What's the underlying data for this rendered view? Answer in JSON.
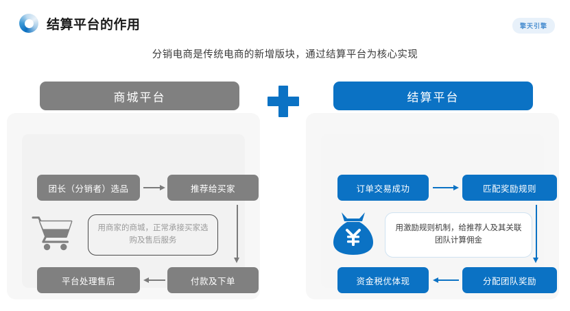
{
  "header": {
    "logo_icon": "ring-logo-icon",
    "title": "结算平台的作用",
    "brand_badge": "擎天引擎",
    "subtitle": "分销电商是传统电商的新增版块，通过结算平台为核心实现"
  },
  "colors": {
    "blue": "#0b72c4",
    "gray": "#808080",
    "panel_bg": "#f7f7f7",
    "badge_bg": "#e8f1fa",
    "badge_text": "#4b8fd0"
  },
  "divider": {
    "icon": "plus-icon"
  },
  "panels": [
    {
      "id": "mall-platform",
      "title": "商城平台",
      "accent": "#808080",
      "icon": "shopping-cart-icon",
      "note": "用商家的商城，正常承接买家选购及售后服务",
      "steps": [
        {
          "id": "step-1",
          "label": "团长（分销者）选品"
        },
        {
          "id": "step-2",
          "label": "推荐给买家"
        },
        {
          "id": "step-3",
          "label": "平台处理售后"
        },
        {
          "id": "step-4",
          "label": "付款及下单"
        }
      ],
      "arrows": [
        {
          "id": "arrow-top",
          "direction": "right"
        },
        {
          "id": "arrow-right",
          "direction": "down"
        },
        {
          "id": "arrow-bottom",
          "direction": "left"
        }
      ]
    },
    {
      "id": "settlement-platform",
      "title": "结算平台",
      "accent": "#0b72c4",
      "icon": "money-bag-icon",
      "note": "用激励规则机制，给推荐人及其关联团队计算佣金",
      "steps": [
        {
          "id": "step-1",
          "label": "订单交易成功"
        },
        {
          "id": "step-2",
          "label": "匹配奖励规则"
        },
        {
          "id": "step-3",
          "label": "资金税优体现"
        },
        {
          "id": "step-4",
          "label": "分配团队奖励"
        }
      ],
      "arrows": [
        {
          "id": "arrow-top",
          "direction": "right"
        },
        {
          "id": "arrow-right",
          "direction": "down"
        },
        {
          "id": "arrow-bottom",
          "direction": "left"
        }
      ]
    }
  ]
}
